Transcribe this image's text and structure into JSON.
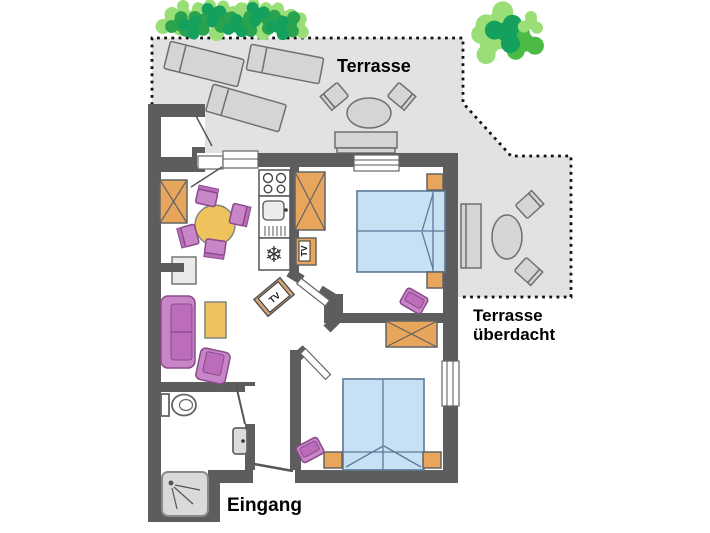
{
  "labels": {
    "terrace": "Terrasse",
    "covered_terrace_line1": "Terrasse",
    "covered_terrace_line2": "überdacht",
    "entrance": "Eingang",
    "tv": "TV"
  },
  "icons": {
    "fridge_snowflake": "❄"
  },
  "colors": {
    "wall": "#5d5d5d",
    "terrace_fill": "#e2e2e2",
    "furniture_gray": "#d5d5d5",
    "wood_orange": "#e8a55c",
    "upholstery_purple": "#c886c8",
    "table_yellow": "#eec25c",
    "bed_blue": "#c8e0f4",
    "bush_light_green": "#9ade77",
    "bush_dark_green": "#2aa34f",
    "label_text": "#000000"
  }
}
